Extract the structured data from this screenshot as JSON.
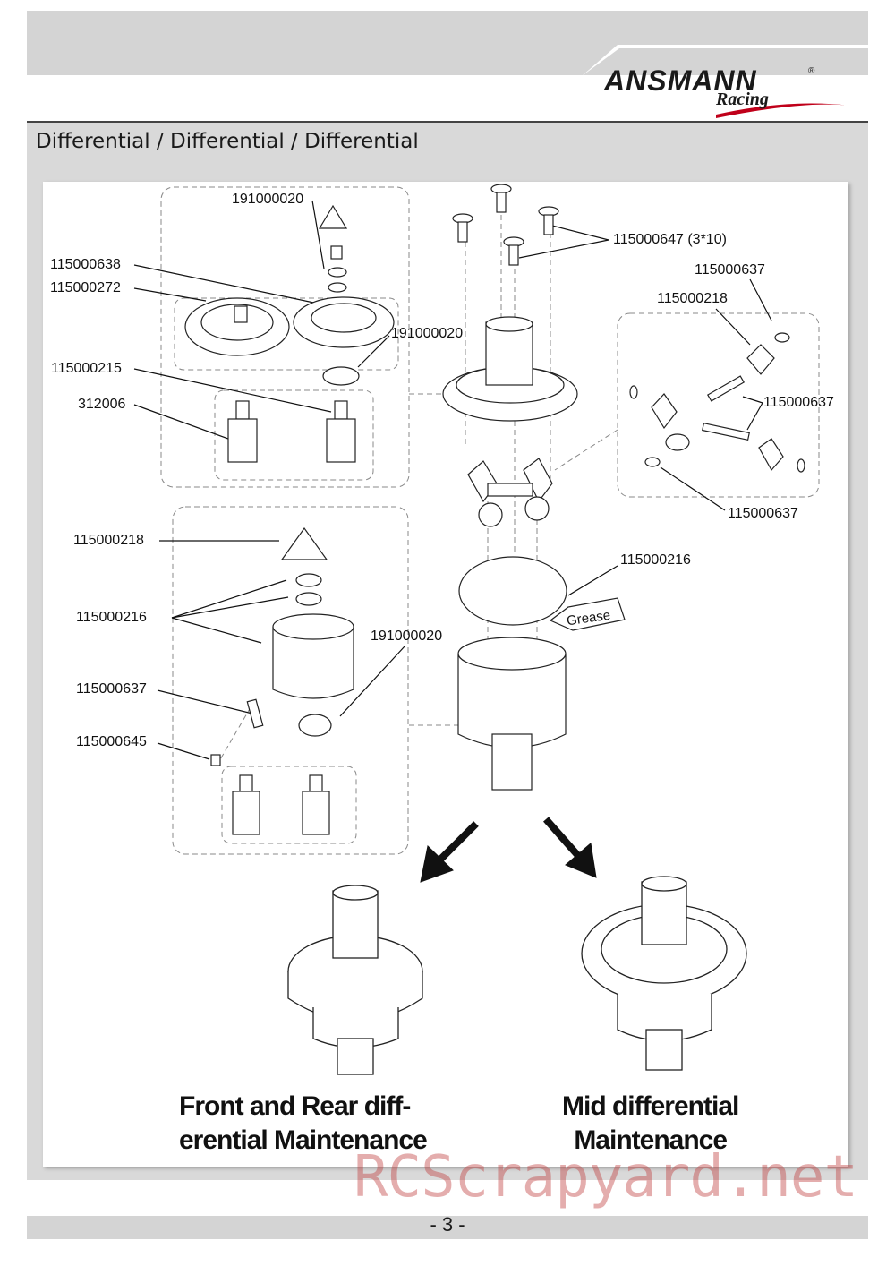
{
  "brand": {
    "name": "ANSMANN",
    "sub": "Racing"
  },
  "header": {
    "title": "Differential / Differential / Differential"
  },
  "labels": {
    "l1": "191000020",
    "l2": "115000638",
    "l3": "115000272",
    "l4": "191000020",
    "l5": "115000215",
    "l6": "312006",
    "l7": "115000647 (3*10)",
    "l8": "115000637",
    "l9": "115000218",
    "l10": "115000637",
    "l11": "115000637",
    "l12": "115000218",
    "l13": "115000216",
    "l14": "115000216",
    "l15": "191000020",
    "l16": "115000637",
    "l17": "115000645"
  },
  "grease": "Grease",
  "captions": {
    "front_rear_line1": "Front and Rear diff-",
    "front_rear_line2": "erential Maintenance",
    "mid_line1": "Mid differential",
    "mid_line2": "Maintenance"
  },
  "footer": {
    "page": "- 3 -"
  },
  "watermark": "RCScrapyard.net"
}
